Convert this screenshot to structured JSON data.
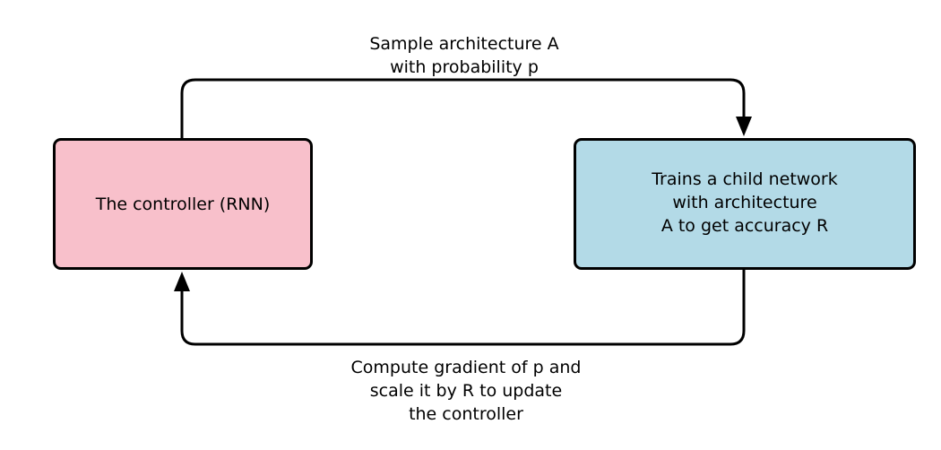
{
  "diagram": {
    "colors": {
      "controller_fill": "#f8c0cb",
      "child_fill": "#b3dae7",
      "stroke": "#000000"
    },
    "controller": {
      "label": "The controller (RNN)"
    },
    "child": {
      "line1": "Trains a child network",
      "line2": "with architecture",
      "line3": "A to get accuracy R"
    },
    "sample_edge": {
      "line1": "Sample architecture A",
      "line2": "with probability p"
    },
    "update_edge": {
      "line1": "Compute gradient of p and",
      "line2": "scale it by R to update",
      "line3": "the controller"
    }
  }
}
